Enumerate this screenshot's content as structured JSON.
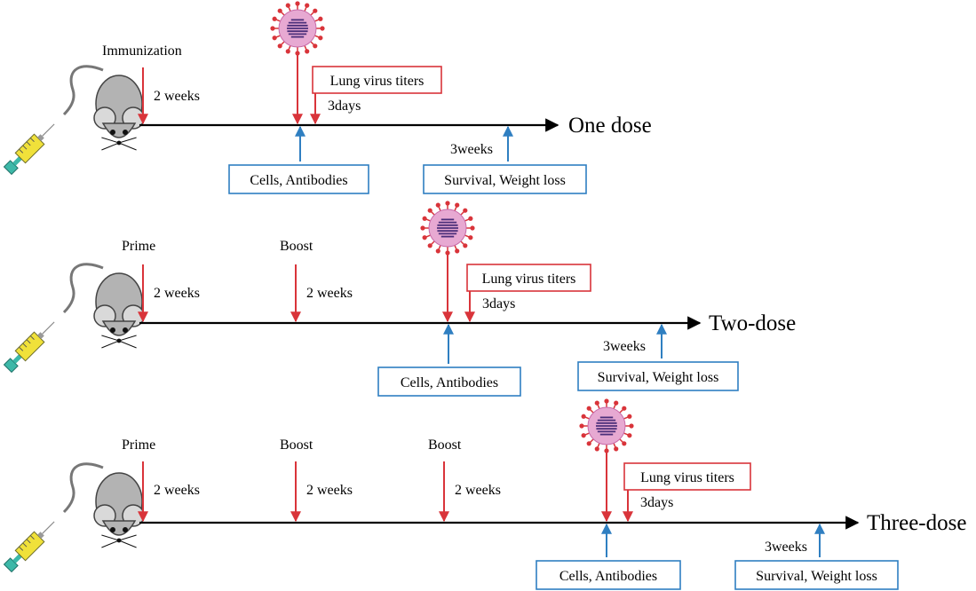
{
  "icons": {
    "mouse": "mouse-icon",
    "syringe": "syringe-icon",
    "virus": "virus-icon"
  },
  "colors": {
    "red": "#d9343a",
    "blue": "#2f7fc1",
    "timeline": "#000000",
    "virus_body": "#e7a9d2",
    "virus_spike": "#d9343a",
    "virus_stripes": "#4b2f7a",
    "mouse_body": "#b3b3b3",
    "syringe_fluid": "#f0e13a",
    "syringe_plunger": "#3db8a8"
  },
  "schedules": [
    {
      "title": "One dose",
      "doses": [
        {
          "label": "Immunization",
          "interval": "2 weeks"
        }
      ],
      "challenge": {
        "titer_label": "Lung virus titers",
        "titer_interval": "3days",
        "cells_label": "Cells, Antibodies",
        "survival_interval": "3weeks",
        "survival_label": "Survival, Weight loss"
      }
    },
    {
      "title": "Two-dose",
      "doses": [
        {
          "label": "Prime",
          "interval": "2 weeks"
        },
        {
          "label": "Boost",
          "interval": "2 weeks"
        }
      ],
      "challenge": {
        "titer_label": "Lung virus titers",
        "titer_interval": "3days",
        "cells_label": "Cells, Antibodies",
        "survival_interval": "3weeks",
        "survival_label": "Survival, Weight loss"
      }
    },
    {
      "title": "Three-dose",
      "doses": [
        {
          "label": "Prime",
          "interval": "2 weeks"
        },
        {
          "label": "Boost",
          "interval": "2 weeks"
        },
        {
          "label": "Boost",
          "interval": "2 weeks"
        }
      ],
      "challenge": {
        "titer_label": "Lung virus titers",
        "titer_interval": "3days",
        "cells_label": "Cells, Antibodies",
        "survival_interval": "3weeks",
        "survival_label": "Survival, Weight loss"
      }
    }
  ]
}
